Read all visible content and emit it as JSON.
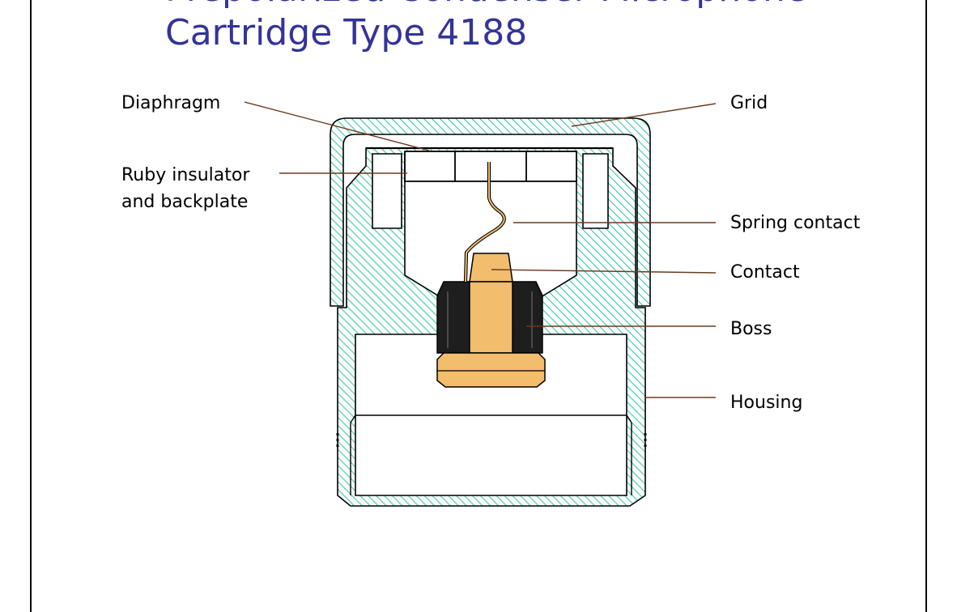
{
  "slide": {
    "title_line1": "Prepolarized Condenser Microphone",
    "title_line2": "Cartridge Type 4188"
  },
  "labels": {
    "diaphragm": "Diaphragm",
    "ruby_line1": "Ruby insulator",
    "ruby_line2": "and backplate",
    "grid": "Grid",
    "spring_contact": "Spring contact",
    "contact": "Contact",
    "boss": "Boss",
    "housing": "Housing"
  },
  "colors": {
    "title": "#333399",
    "hatch": "#3cc9a8",
    "leader": "#6b3a1f",
    "boss": "#1e1e1e",
    "contact_fill": "#f2bd6d"
  }
}
